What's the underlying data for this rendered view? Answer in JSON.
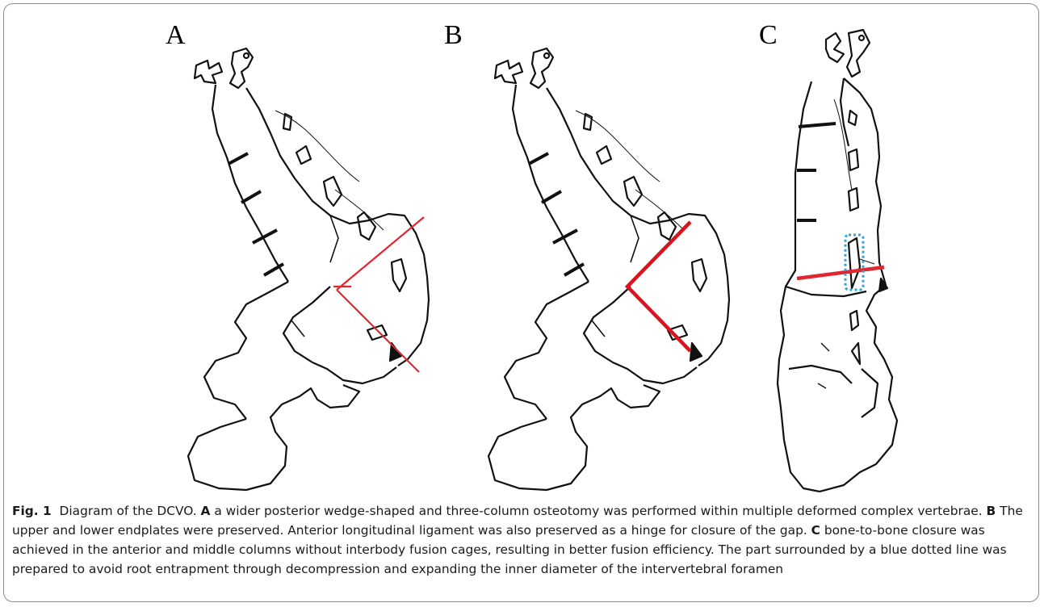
{
  "panels": [
    {
      "label": "A",
      "line_style": "thin-cross"
    },
    {
      "label": "B",
      "line_style": "thick-wedge"
    },
    {
      "label": "C",
      "line_style": "closed-with-dotted-box"
    }
  ],
  "colors": {
    "bone": "#111111",
    "cut": "#e0262f",
    "highlight": "#2aa7df",
    "caption": "#1a1a1a"
  },
  "caption": {
    "fig_label": "Fig. 1",
    "intro": "Diagram of the DCVO.",
    "parts": [
      {
        "label": "A",
        "text": "a wider posterior wedge-shaped and three-column osteotomy was performed within multiple deformed complex vertebrae."
      },
      {
        "label": "B",
        "text": "The upper and lower endplates were preserved. Anterior longitudinal ligament was also preserved as a hinge for closure of the gap."
      },
      {
        "label": "C",
        "text": "bone-to-bone closure was achieved in the anterior and middle columns without interbody fusion cages, resulting in better fusion efficiency. The part surrounded by a blue dotted line was prepared to avoid root entrapment through decompression and expanding the inner diameter of the intervertebral foramen"
      }
    ]
  }
}
